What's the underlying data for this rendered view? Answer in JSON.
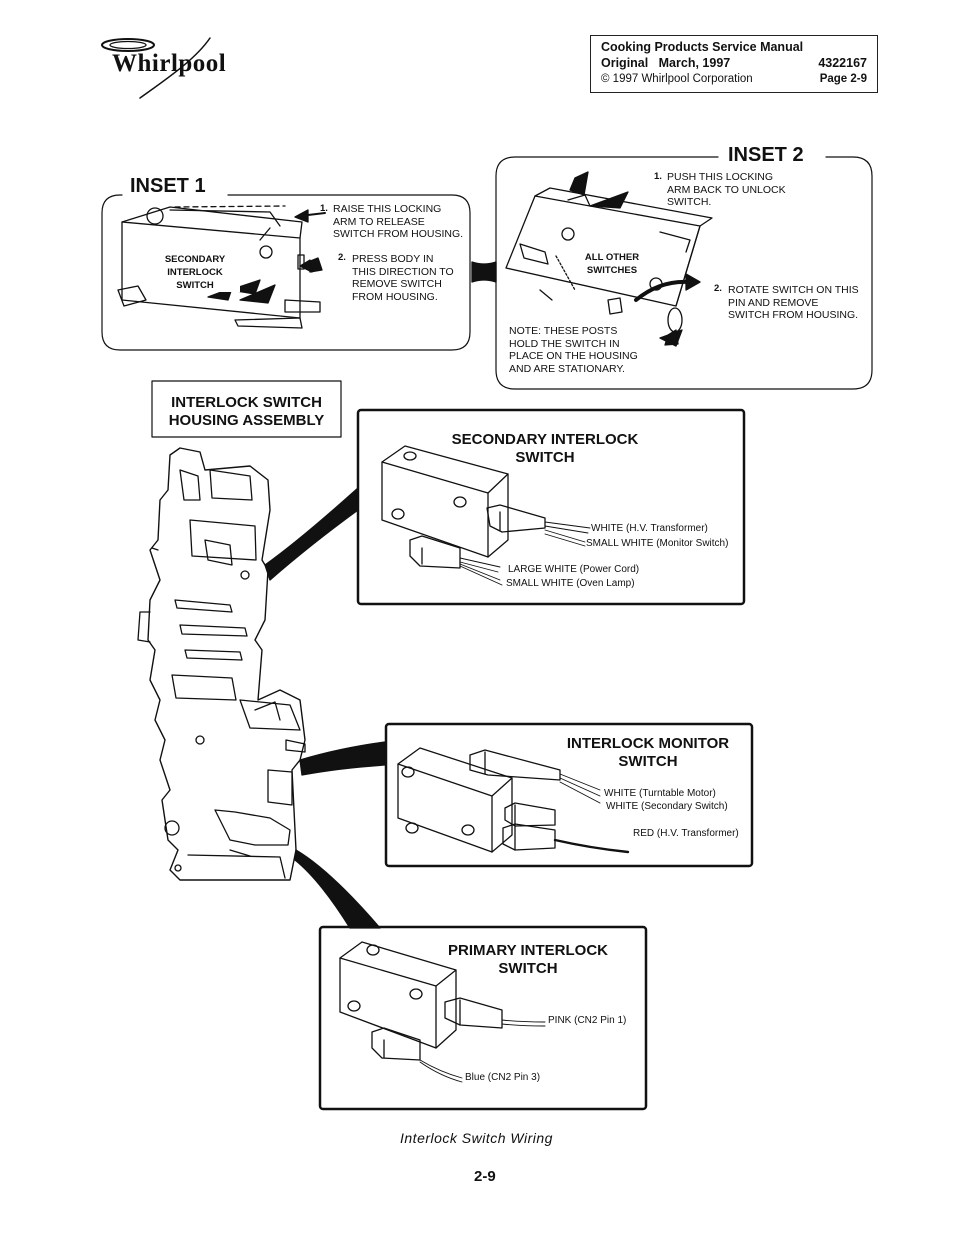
{
  "brand": {
    "logo_text": "Whirlpool"
  },
  "header": {
    "line1": "Cooking Products Service Manual",
    "line2_left": "Original   March, 1997",
    "line2_right": "4322167",
    "line3_left": "© 1997 Whirlpool Corporation",
    "line3_right": "Page 2-9"
  },
  "inset1": {
    "title": "INSET 1",
    "switch_label": [
      "SECONDARY",
      "INTERLOCK",
      "SWITCH"
    ],
    "step1_num": "1.",
    "step1": [
      "RAISE THIS LOCKING",
      "ARM TO RELEASE",
      "SWITCH FROM HOUSING."
    ],
    "step2_num": "2.",
    "step2": [
      "PRESS BODY IN",
      "THIS DIRECTION TO",
      "REMOVE SWITCH",
      "FROM HOUSING."
    ]
  },
  "inset2": {
    "title": "INSET 2",
    "switch_label": [
      "ALL OTHER",
      "SWITCHES"
    ],
    "step1_num": "1.",
    "step1": [
      "PUSH THIS LOCKING",
      "ARM BACK TO UNLOCK",
      "SWITCH."
    ],
    "step2_num": "2.",
    "step2": [
      "ROTATE SWITCH ON THIS",
      "PIN AND REMOVE",
      "SWITCH FROM HOUSING."
    ],
    "note": [
      "NOTE: THESE POSTS",
      "HOLD THE SWITCH IN",
      "PLACE ON THE HOUSING",
      "AND ARE STATIONARY."
    ]
  },
  "housing": {
    "title": [
      "INTERLOCK SWITCH",
      "HOUSING ASSEMBLY"
    ]
  },
  "secondary": {
    "title": [
      "SECONDARY INTERLOCK",
      "SWITCH"
    ],
    "wires": [
      "WHITE (H.V. Transformer)",
      "SMALL WHITE (Monitor Switch)",
      "LARGE WHITE (Power Cord)",
      "SMALL WHITE (Oven Lamp)"
    ]
  },
  "monitor": {
    "title": [
      "INTERLOCK MONITOR",
      "SWITCH"
    ],
    "wires": [
      "WHITE (Turntable Motor)",
      "WHITE (Secondary Switch)",
      "RED (H.V. Transformer)"
    ]
  },
  "primary": {
    "title": [
      "PRIMARY INTERLOCK",
      "SWITCH"
    ],
    "wires": [
      "PINK (CN2 Pin 1)",
      "Blue (CN2 Pin 3)"
    ]
  },
  "caption": "Interlock Switch Wiring",
  "page_number": "2-9"
}
